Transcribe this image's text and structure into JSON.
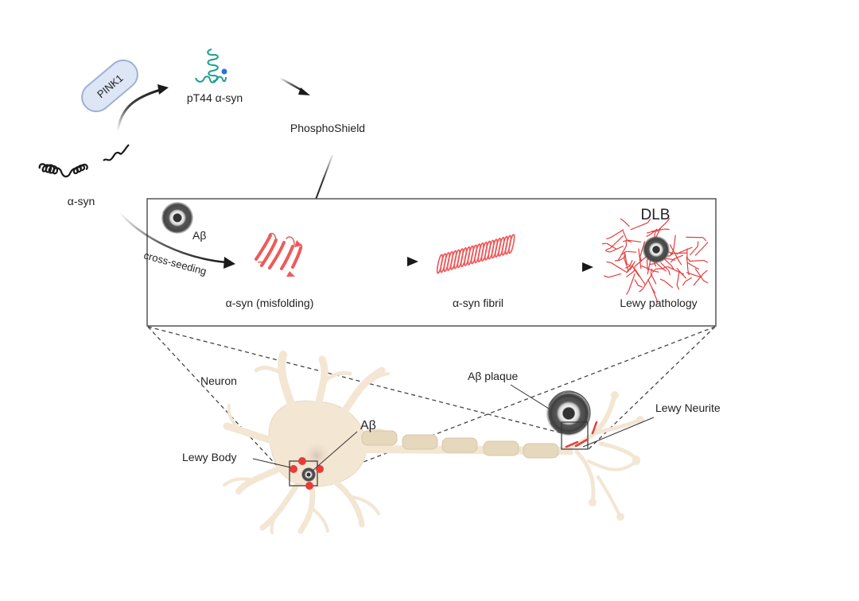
{
  "top_pathway": {
    "pink1_label": "PINK1",
    "asyn_label": "α-syn",
    "pt44_label": "pT44 α-syn",
    "phosphoshield_label": "PhosphoShield"
  },
  "panel": {
    "abeta_label": "Aβ",
    "cross_seeding_label": "cross-seeding",
    "misfolding_label": "α-syn (misfolding)",
    "fibril_label": "α-syn fibril",
    "dlb_label": "DLB",
    "lewy_pathology_label": "Lewy pathology"
  },
  "neuron": {
    "neuron_label": "Neuron",
    "lewy_body_label": "Lewy Body",
    "abeta_label": "Aβ",
    "abeta_plaque_label": "Aβ plaque",
    "lewy_neurite_label": "Lewy Neurite"
  },
  "colors": {
    "helix_black": "#1a1a1a",
    "helix_teal": "#1f9e8f",
    "phospho_blue": "#2f6fd6",
    "pink1_fill": "#dde6f5",
    "pink1_stroke": "#9fb0d8",
    "misfold_red": "#ee5a5a",
    "neuron_fill": "#f3e6d3",
    "myelin_fill": "#e6d8bd",
    "lewy_red": "#e63c3c",
    "plaque_gray": "#4a4a4a"
  }
}
